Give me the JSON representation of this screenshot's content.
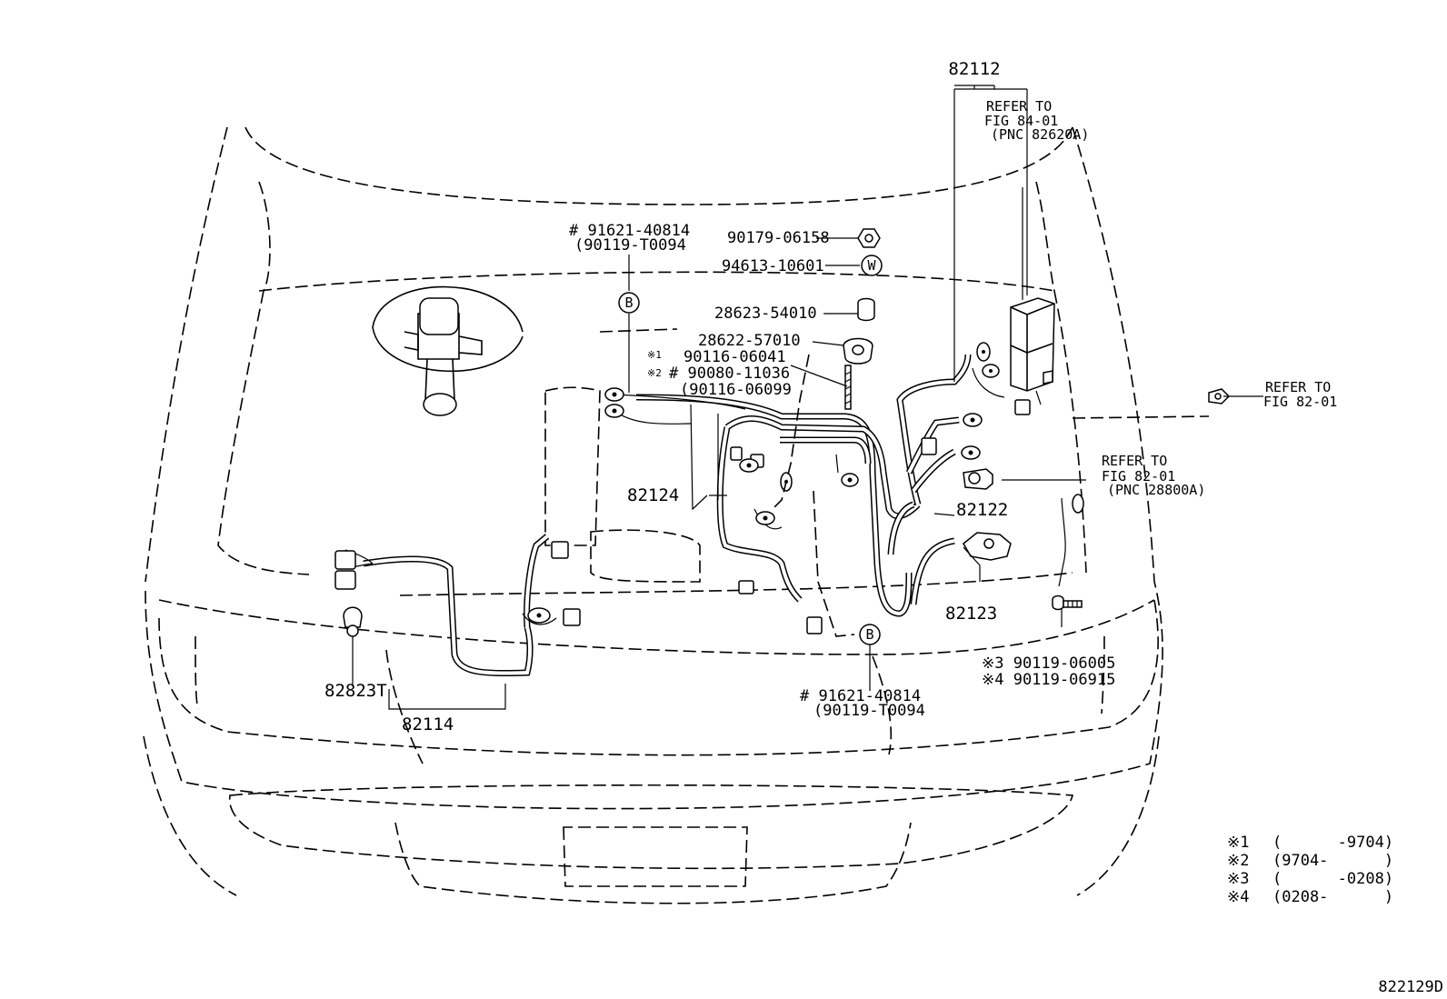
{
  "labels": {
    "p82112": "82112",
    "refer_84_a": "REFER TO",
    "refer_84_b": "FIG 84-01",
    "refer_84_c": "(PNC 82620A)",
    "refer_8201_a": "REFER TO",
    "refer_8201_b": "FIG 82-01",
    "refer_28800_a": "REFER TO",
    "refer_28800_b": "FIG 82-01",
    "refer_28800_c": "(PNC 28800A)",
    "top_b_line1": "# 91621-40814",
    "top_b_line2": "(90119-T0094",
    "p90179": "90179-06158",
    "p94613": "94613-10601",
    "p28623": "28623-54010",
    "p28622": "28622-57010",
    "note1_mark": "※1",
    "p90116a": "90116-06041",
    "note2_mark": "※2",
    "p90080": "# 90080-11036",
    "p90116b": "(90116-06099",
    "p82124": "82124",
    "p82122": "82122",
    "p82123": "82123",
    "p82823": "82823T",
    "p82114": "82114",
    "bot_b_line1": "# 91621-40814",
    "bot_b_line2": "(90119-T0094",
    "p90119_3": "※3 90119-06005",
    "p90119_4": "※4 90119-06915",
    "diagram_id": "822129D"
  },
  "markers": {
    "b_top": "B",
    "b_bottom": "B",
    "w": "W"
  },
  "notes": [
    {
      "mark": "※1",
      "range": "(      -9704)"
    },
    {
      "mark": "※2",
      "range": "(9704-      )"
    },
    {
      "mark": "※3",
      "range": "(      -0208)"
    },
    {
      "mark": "※4",
      "range": "(0208-      )"
    }
  ]
}
